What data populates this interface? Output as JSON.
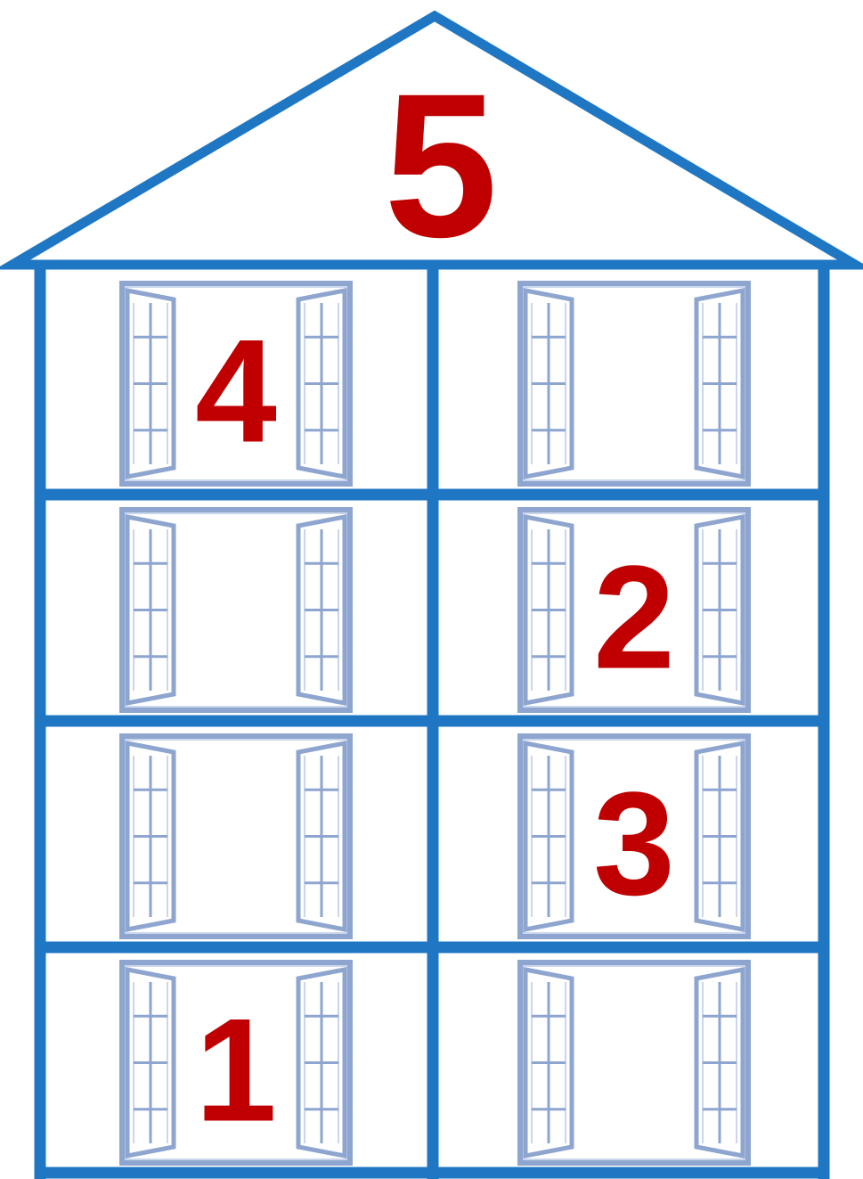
{
  "colors": {
    "outline": "#1f77c4",
    "number": "#c00000",
    "window_frame": "#8ea6cf",
    "window_frame_light": "#c9d6ec",
    "background": "#ffffff"
  },
  "roof": {
    "number": "5"
  },
  "floors": [
    {
      "left": "4",
      "right": ""
    },
    {
      "left": "",
      "right": "2"
    },
    {
      "left": "",
      "right": "3"
    },
    {
      "left": "1",
      "right": ""
    }
  ]
}
